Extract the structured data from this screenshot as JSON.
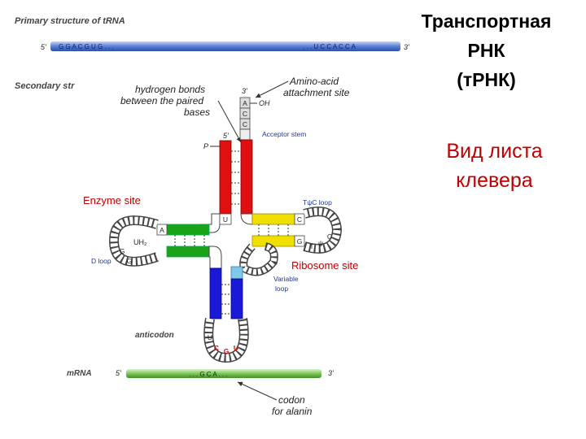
{
  "side_title": {
    "line1": "Транспортная",
    "line2": "РНК",
    "line3": "(тРНК)"
  },
  "side_subtitle": {
    "line1": "Вид листа",
    "line2": "клевера"
  },
  "primary": {
    "title": "Primary structure of tRNA",
    "five": "5'",
    "three": "3'",
    "seq_left": "G G A C G U G . . .",
    "seq_right": ". . . U C C A C C A"
  },
  "secondary": {
    "title": "Secondary str"
  },
  "labels": {
    "hbonds_1": "hydrogen bonds",
    "hbonds_2": "between the paired",
    "hbonds_3": "bases",
    "aa_1": "Amino-acid",
    "aa_2": "attachment site",
    "three_prime": "3'",
    "five_prime": "5'",
    "oh": "OH",
    "p": "P",
    "acceptor": "Acceptor stem",
    "enzyme": "Enzyme site",
    "tpsic": "TψC loop",
    "dloop": "D loop",
    "uh2": "UH₂",
    "ribosome": "Ribosome site",
    "variable_1": "Variable",
    "variable_2": "loop",
    "anticodon": "anticodon",
    "mrna": "mRNA",
    "mrna_five": "5'",
    "mrna_three": "3'",
    "mrna_seq": ". . . G C A . . .",
    "codon_1": "codon",
    "codon_2": "for alanin"
  },
  "bases": {
    "acceptor_tip": [
      "A",
      "C",
      "C"
    ],
    "u_left": "U",
    "a_d": "A",
    "g_d1": "G",
    "g_d2": "G",
    "c_t1": "C",
    "g_t": "G",
    "t_t": "T",
    "psi_t": "ψ",
    "c_t2": "C",
    "anti_u1": "U",
    "anti_c": "C",
    "anti_g": "G",
    "anti_u2": "U"
  },
  "colors": {
    "acceptor_stem": "#e01010",
    "d_arm": "#19a319",
    "t_arm": "#f0e000",
    "anticodon_arm": "#1a1ad6",
    "variable": "#7fc8e8",
    "primary_bar": "#5a7fd6",
    "mrna_bar": "#7cc85a",
    "title_red": "#c00000"
  }
}
